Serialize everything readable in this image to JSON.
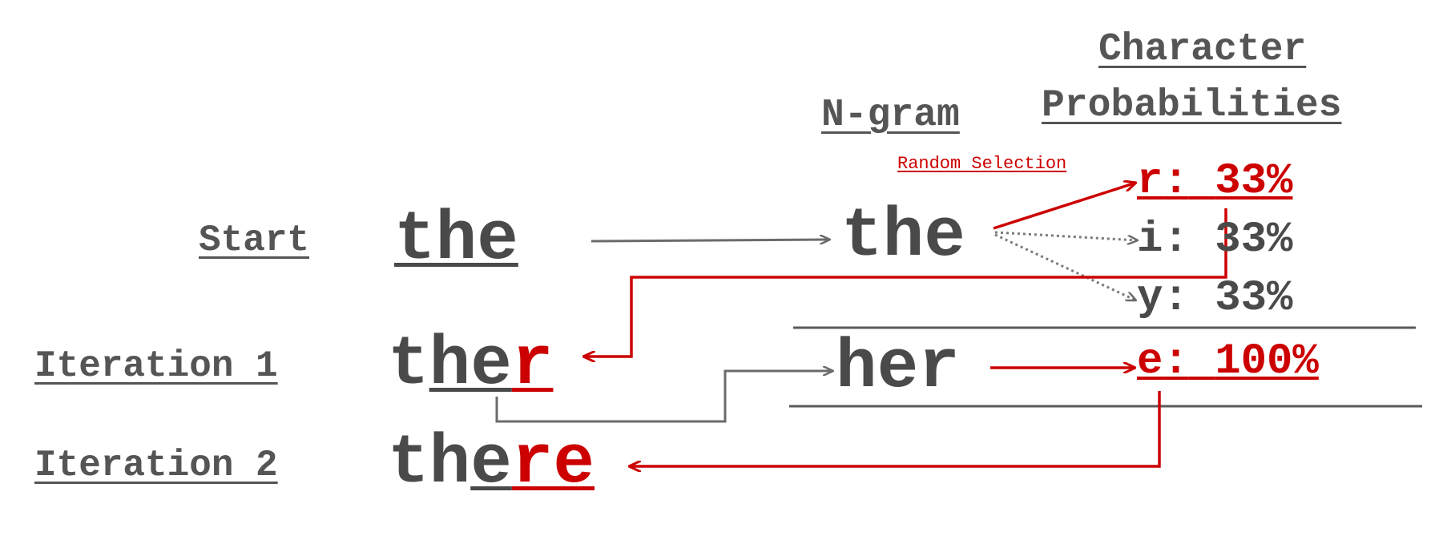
{
  "headers": {
    "ngram": "N-gram",
    "char_prob_line1": "Character",
    "char_prob_line2": "Probabilities"
  },
  "annotation": "Random Selection",
  "rows": {
    "start": {
      "label": "Start",
      "word": "the",
      "ngram": "the"
    },
    "iteration1": {
      "label": "Iteration 1",
      "prefix": "t",
      "context": "he",
      "added": "r",
      "ngram": "her"
    },
    "iteration2": {
      "label": "Iteration 2",
      "prefix": "th",
      "context": "e",
      "added": "re"
    }
  },
  "probabilities": [
    {
      "char": "r",
      "sep": ":",
      "pct": "33%",
      "selected": true
    },
    {
      "char": "i",
      "sep": ":",
      "pct": "33%",
      "selected": false
    },
    {
      "char": "y",
      "sep": ":",
      "pct": "33%",
      "selected": false
    },
    {
      "char": "e",
      "sep": ":",
      "pct": "100%",
      "selected": true
    }
  ],
  "colors": {
    "gray": "#4a4a4a",
    "red": "#cc0000",
    "arrow_gray": "#6b6b6b"
  }
}
